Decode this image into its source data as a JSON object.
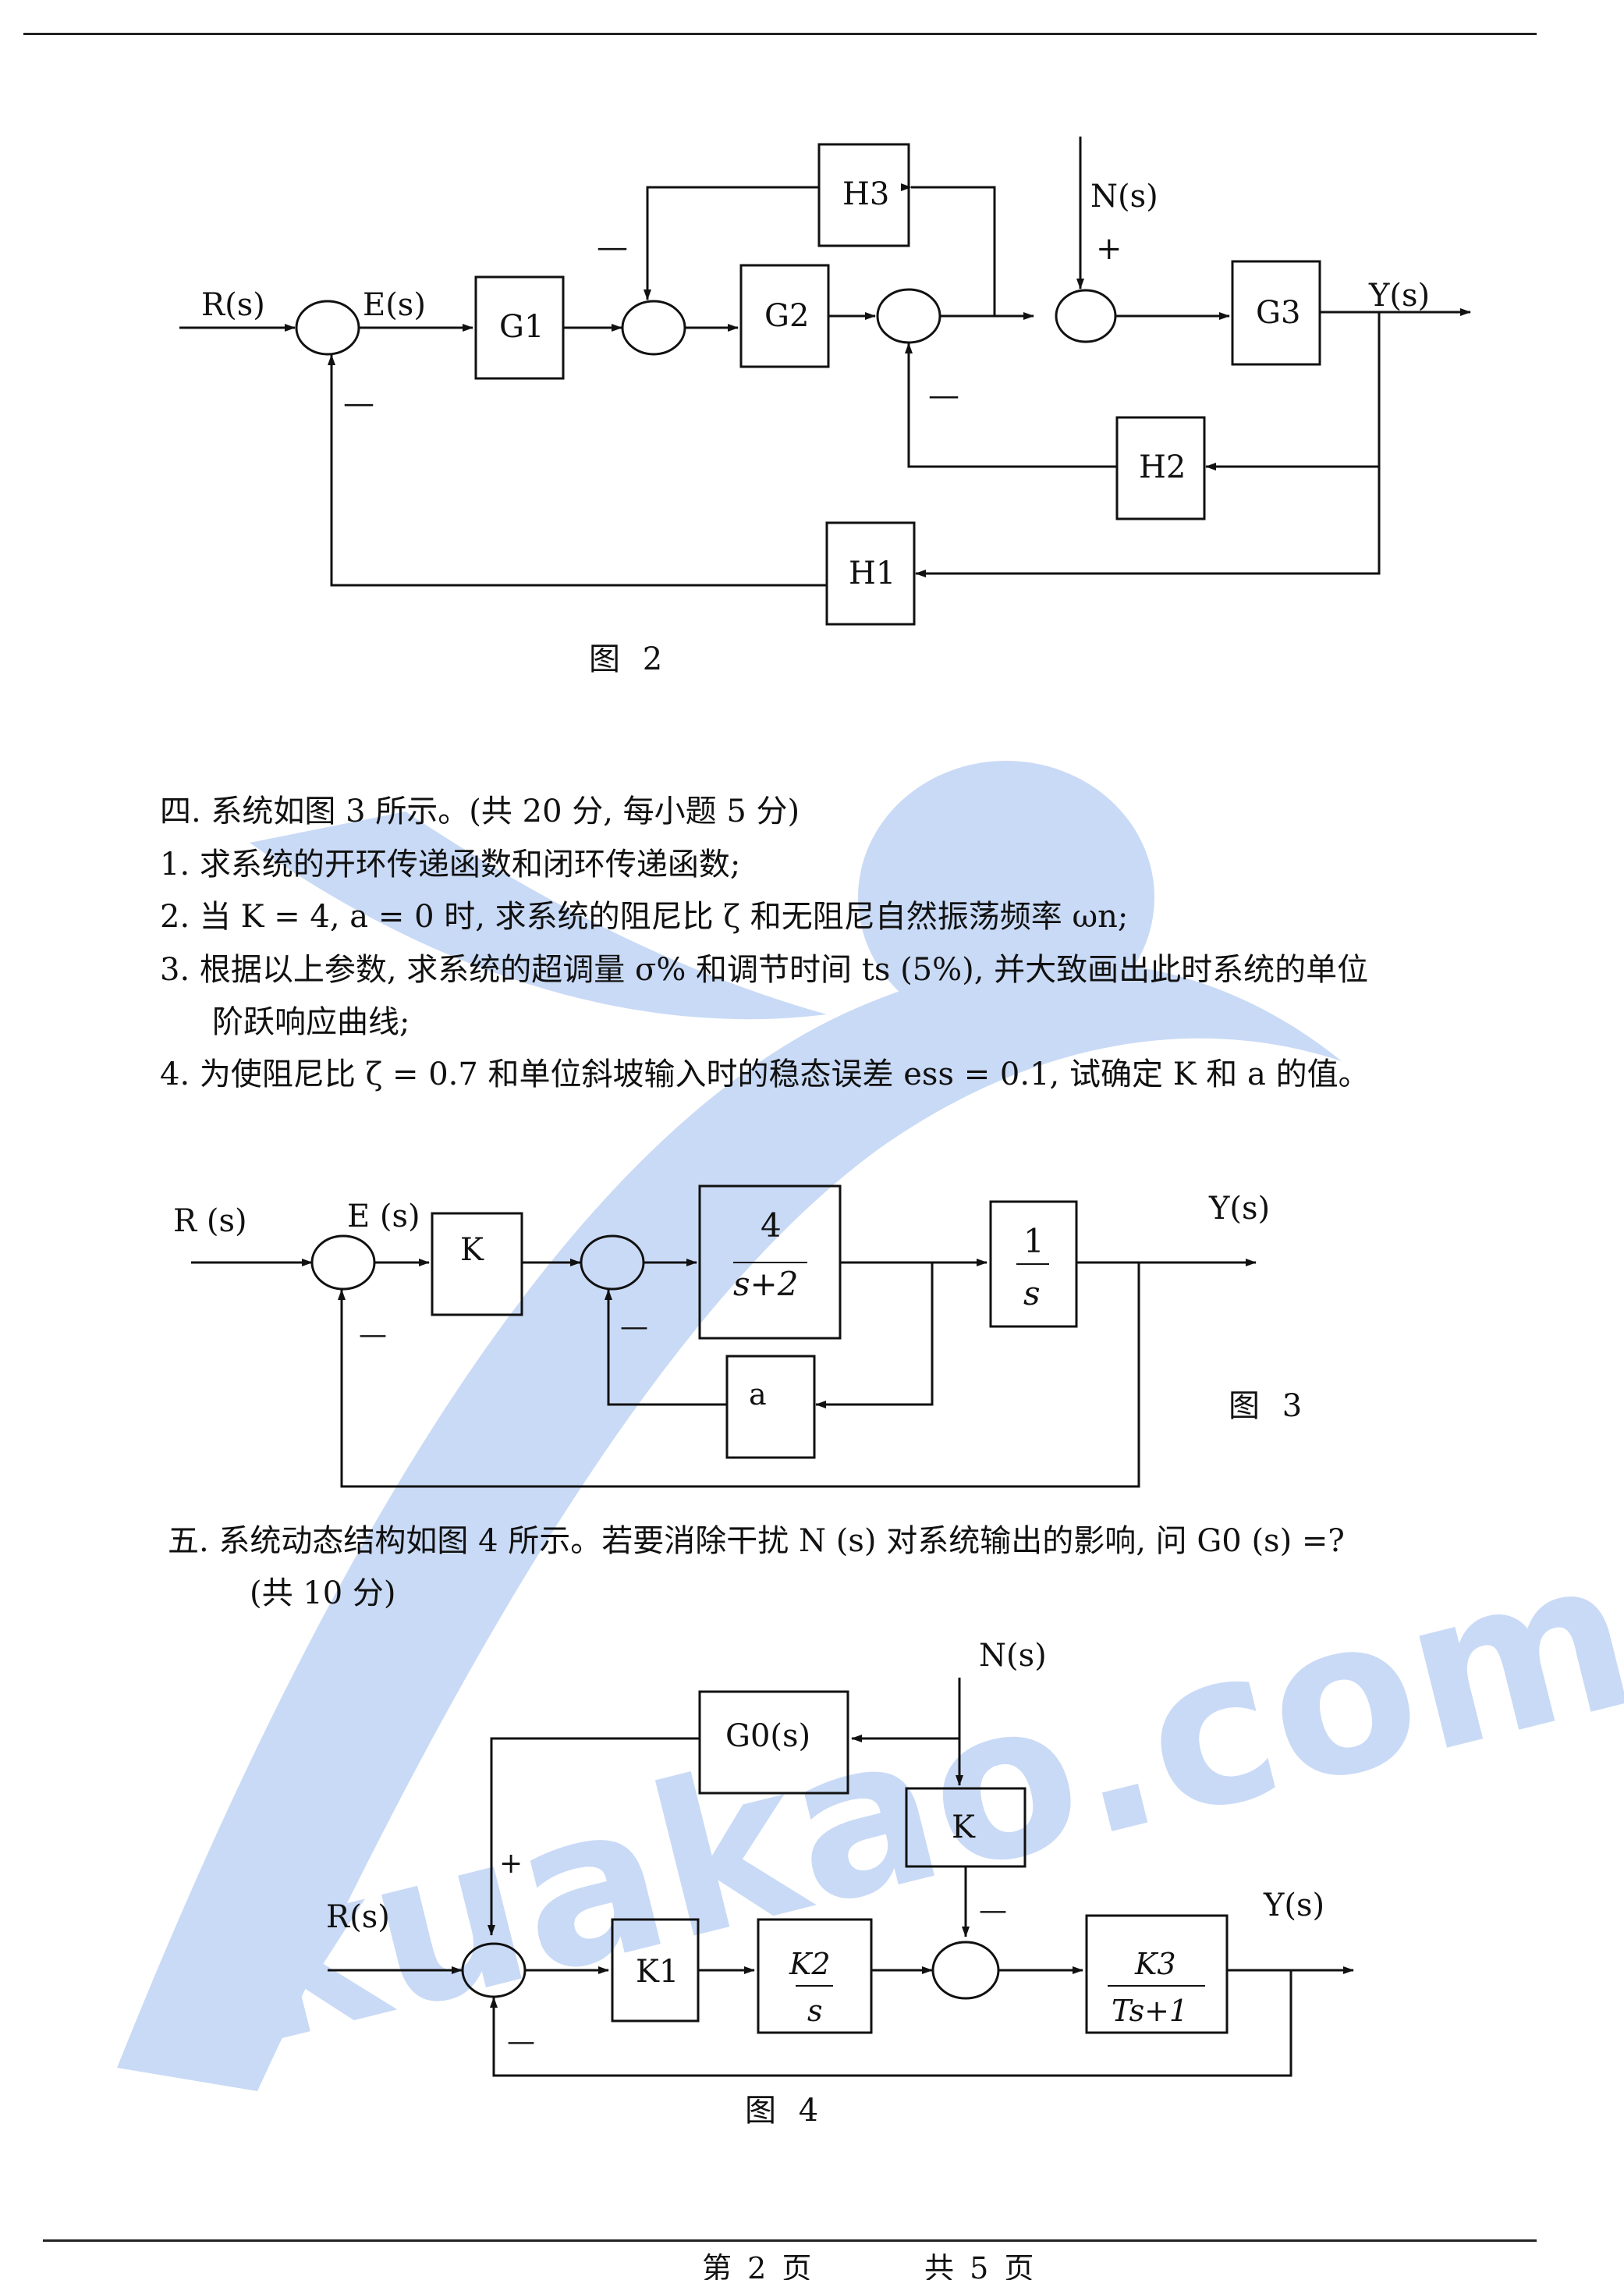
{
  "colors": {
    "ink": "#111111",
    "watermark": "#5b8ee6"
  },
  "watermark": {
    "text": "kuakao.com"
  },
  "figure2": {
    "labels": {
      "R": "R(s)",
      "E": "E(s)",
      "N": "N(s)",
      "Y": "Y(s)"
    },
    "blocks": {
      "G1": "G1",
      "G2": "G2",
      "G3": "G3",
      "H1": "H1",
      "H2": "H2",
      "H3": "H3"
    },
    "signs": {
      "minus": "—",
      "plus": "+"
    },
    "caption": "图 2"
  },
  "section4": {
    "heading": "四. 系统如图 3 所示。(共 20 分, 每小题 5 分)",
    "items": [
      "1. 求系统的开环传递函数和闭环传递函数;",
      "2. 当 K = 4, a = 0 时, 求系统的阻尼比 ζ 和无阻尼自然振荡频率 ωn;",
      "3. 根据以上参数, 求系统的超调量 σ% 和调节时间 ts (5%), 并大致画出此时系统的单位",
      "阶跃响应曲线;",
      "4. 为使阻尼比 ζ = 0.7 和单位斜坡输入时的稳态误差 ess = 0.1, 试确定 K 和 a 的值。"
    ]
  },
  "figure3": {
    "labels": {
      "R": "R (s)",
      "E": "E (s)",
      "Y": "Y(s)"
    },
    "blocks": {
      "K": "K",
      "num": "4",
      "den": "s+2",
      "num2": "1",
      "den2": "s",
      "a": "a"
    },
    "signs": {
      "minus": "—"
    },
    "caption": "图 3"
  },
  "section5": {
    "line1": "五. 系统动态结构如图 4 所示。若要消除干扰 N (s) 对系统输出的影响, 问 G0 (s) =?",
    "line2": "(共 10 分)"
  },
  "figure4": {
    "labels": {
      "R": "R(s)",
      "N": "N(s)",
      "Y": "Y(s)"
    },
    "blocks": {
      "G0": "G0(s)",
      "K": "K",
      "K1": "K1",
      "K2": "K2",
      "s": "s",
      "K3": "K3",
      "Ts1": "Ts+1"
    },
    "signs": {
      "plus": "+",
      "minus": "—"
    },
    "caption": "图 4"
  },
  "footer": {
    "page": "第 2 页",
    "total": "共 5 页"
  }
}
